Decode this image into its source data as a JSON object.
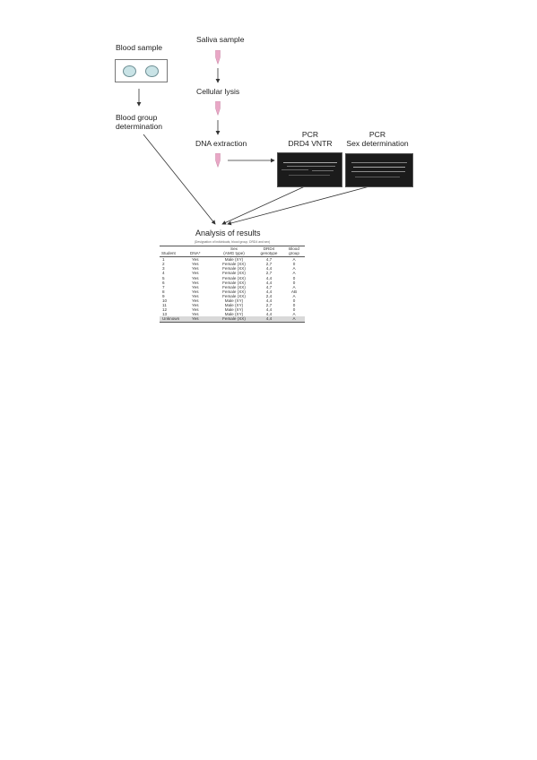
{
  "blood": {
    "title": "Blood sample",
    "step": "Blood group\ndetermination"
  },
  "saliva": {
    "title": "Saliva sample",
    "lysis": "Cellular lysis",
    "extraction": "DNA extraction"
  },
  "pcr": [
    {
      "title": "PCR\nDRD4 VNTR"
    },
    {
      "title": "PCR\nSex determination"
    }
  ],
  "analysis": {
    "title": "Analysis of results",
    "caption": "(Designation of individuals, blood group, DRD4 and sex)",
    "columns": [
      {
        "key": "student",
        "label": "Student"
      },
      {
        "key": "dna",
        "label": "DNA*"
      },
      {
        "key": "sex",
        "label": "Sex\n(AMG type)"
      },
      {
        "key": "drd4",
        "label": "DRD4\ngenotype"
      },
      {
        "key": "blood",
        "label": "Blood\ngroup"
      }
    ],
    "rows": [
      {
        "student": "1",
        "dna": "Yes",
        "sex": "Male (XY)",
        "drd4": "4,7",
        "blood": "A"
      },
      {
        "student": "2",
        "dna": "Yes",
        "sex": "Female (XX)",
        "drd4": "2,7",
        "blood": "0"
      },
      {
        "student": "3",
        "dna": "Yes",
        "sex": "Female (XX)",
        "drd4": "4,4",
        "blood": "A"
      },
      {
        "student": "4",
        "dna": "Yes",
        "sex": "Female (XX)",
        "drd4": "2,7",
        "blood": "A"
      },
      {
        "student": "5",
        "dna": "Yes",
        "sex": "Female (XX)",
        "drd4": "4,4",
        "blood": "0"
      },
      {
        "student": "6",
        "dna": "Yes",
        "sex": "Female (XX)",
        "drd4": "4,4",
        "blood": "0"
      },
      {
        "student": "7",
        "dna": "Yes",
        "sex": "Female (XX)",
        "drd4": "4,7",
        "blood": "A"
      },
      {
        "student": "8",
        "dna": "Yes",
        "sex": "Female (XX)",
        "drd4": "4,4",
        "blood": "AB"
      },
      {
        "student": "9",
        "dna": "Yes",
        "sex": "Female (XX)",
        "drd4": "2,4",
        "blood": "A"
      },
      {
        "student": "10",
        "dna": "Yes",
        "sex": "Male (XY)",
        "drd4": "4,4",
        "blood": "0"
      },
      {
        "student": "11",
        "dna": "Yes",
        "sex": "Male (XY)",
        "drd4": "2,7",
        "blood": "0"
      },
      {
        "student": "12",
        "dna": "Yes",
        "sex": "Male (XY)",
        "drd4": "4,4",
        "blood": "0"
      },
      {
        "student": "13",
        "dna": "Yes",
        "sex": "Male (XY)",
        "drd4": "4,4",
        "blood": "A"
      },
      {
        "student": "Unknown",
        "dna": "Yes",
        "sex": "Female (XX)",
        "drd4": "4,4",
        "blood": "A"
      }
    ]
  },
  "colors": {
    "tube": "#e9a7c6",
    "well_fill": "#c9e3e6",
    "gel": "#1b1b1b",
    "arrow": "#333333",
    "highlight_row": "#d9d9d9"
  },
  "icons": {
    "tube": "microcentrifuge-tube-icon",
    "plate": "blood-sample-plate-icon",
    "gel": "electrophoresis-gel-image"
  }
}
